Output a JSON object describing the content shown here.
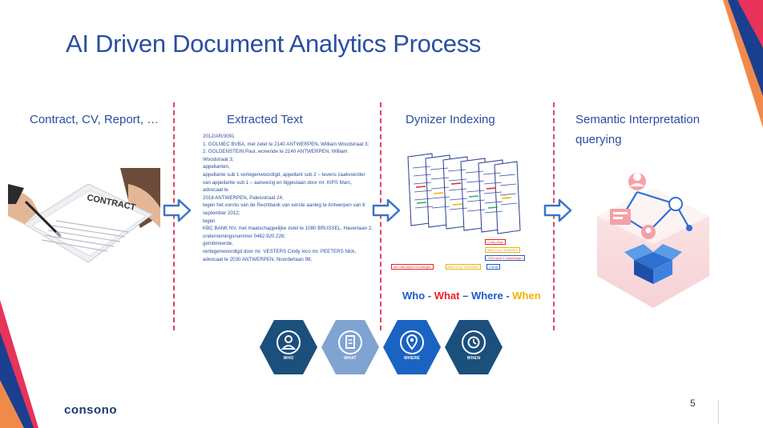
{
  "title": "AI Driven Document Analytics Process",
  "columns": {
    "col1_heading": "Contract, CV, Report, …",
    "col2_heading": "Extracted Text",
    "col3_heading": "Dynizer Indexing",
    "col4_heading_line1": "Semantic Interpretation",
    "col4_heading_line2": "querying"
  },
  "contract_label": "CONTRACT",
  "extracted_text": [
    "2012/AR/3091",
    "1. GOLMEC BVBA, met zetel te 2140 ANTWERPEN, William Woodstraat 3;",
    "2. GOLDENSTEIN Paul, wonende te 2140 ANTWERPEN, William Woodstraat 3;",
    "appellanten,",
    "appellante sub 1 vertegenwoordigd, appellant sub 2 – tevens zaakvoerder van appellante sub 1 – aanwezig en bijgestaan door mr. KIPS Marc, advocaat te",
    "2018 ANTWERPEN, Paleisstraat 24,",
    "tegen het vonnis van de Rechtbank van eerste aanleg te Antwerpen van 6 september 2012;",
    "tegen",
    "KBC BANK NV, met maatschappelijke zetel te 1080 BRUSSEL, Havenlaan 2, ondernemingsnummer 0462.920.226;",
    "geïntimeerde,",
    "vertegenwoordigd door mr. VESTERS Cindy loco mr. PEETERS Nick, advocaat te 2030 ANTWERPEN, Noorderlaan 98;"
  ],
  "index_tags": {
    "t1": "Cooky chips",
    "t2": "09/01 t.e.m. 11/09/2019",
    "t3": "-25% vanaf 2 verpakkingen",
    "t4": "Alle volle prijzen en kortingen",
    "t5": "09/01 t.e.m. 11/09/2019",
    "t6": "Colruyt"
  },
  "www": {
    "who": "Who",
    "sep1": " - ",
    "what": "What",
    "sep2": " – ",
    "where": "Where",
    "sep3": " - ",
    "when": "When"
  },
  "hexagons": [
    {
      "label": "WHO"
    },
    {
      "label": "WHAT"
    },
    {
      "label": "WHERE"
    },
    {
      "label": "WHEN"
    }
  ],
  "colors": {
    "title": "#2a4fa0",
    "who": "#1f5bc4",
    "what": "#e8232a",
    "where": "#1f5bc4",
    "when": "#f0b400",
    "hex_dark": "#1b4f7c",
    "hex_light": "#7fa4d2",
    "hex_blue": "#1a63c2",
    "dash": "#e0445e"
  },
  "footer": {
    "logo": "consono",
    "page_number": "5"
  }
}
